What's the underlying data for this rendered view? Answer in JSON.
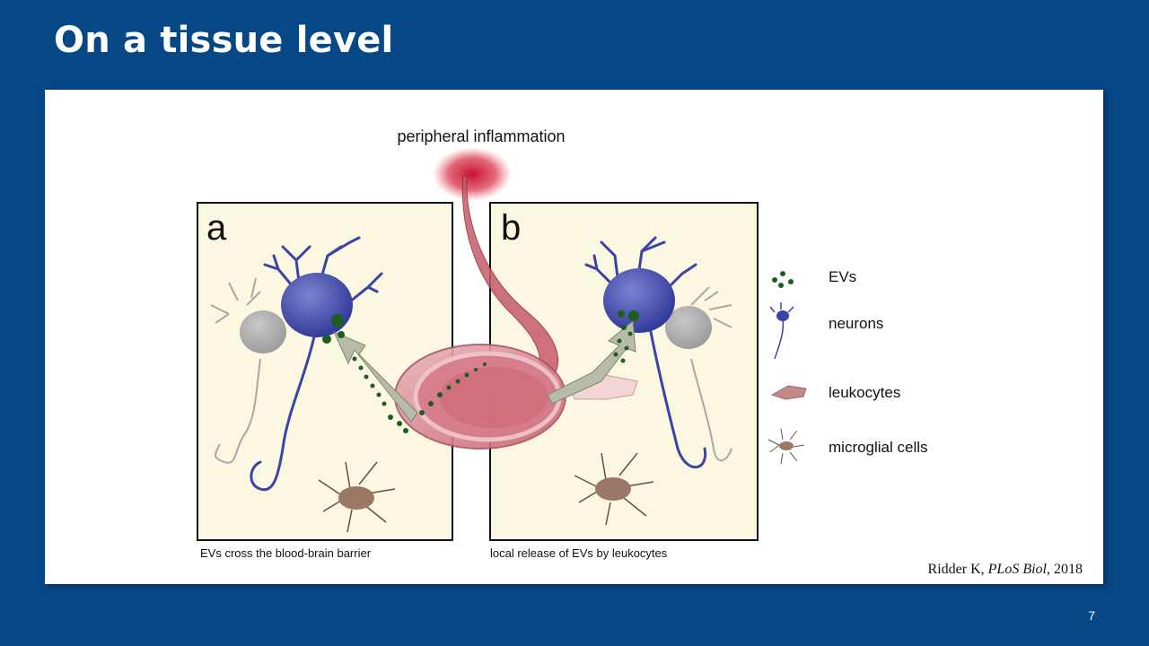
{
  "slide": {
    "title": "On a tissue level",
    "page_number": "7"
  },
  "figure": {
    "top_label": "peripheral inflammation",
    "panel_a": {
      "letter": "a",
      "caption": "EVs cross the blood-brain barrier"
    },
    "panel_b": {
      "letter": "b",
      "caption": "local release of EVs by leukocytes"
    },
    "legend": [
      {
        "icon": "ev-dots-icon",
        "label": "EVs"
      },
      {
        "icon": "neuron-icon",
        "label": "neurons"
      },
      {
        "icon": "leukocyte-icon",
        "label": "leukocytes"
      },
      {
        "icon": "microglia-icon",
        "label": "microglial cells"
      }
    ],
    "citation": {
      "author": "Ridder K, ",
      "journal": "PLoS Biol",
      "year": ", 2018"
    }
  },
  "colors": {
    "background": "#064786",
    "panel_fill": "#fbf7e1",
    "neuron_blue": "#3a44a6",
    "ev_green": "#1c5e1f",
    "vessel_red": "#c95a6a",
    "microglia_brown": "#8a6a58"
  }
}
